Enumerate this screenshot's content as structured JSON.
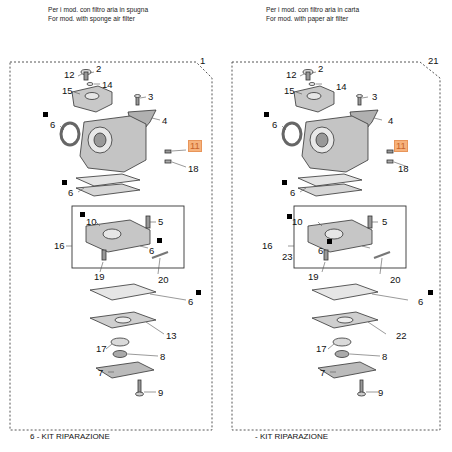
{
  "diagram": {
    "nodes": [
      {
        "text": [
          "Per i mod. con filtro aria in spugna",
          "For mod. with sponge air filter"
        ]
      },
      {
        "text": [
          "11"
        ],
        "in": 0
      },
      {
        "text": [
          "Per i mod. con filtro aria in carta",
          "For mod. with paper air filter"
        ]
      },
      {
        "text": [
          "11"
        ],
        "in": 2
      }
    ],
    "labels": [
      "1",
      "12",
      "2",
      "14",
      "15",
      "3",
      "4",
      "6",
      "18",
      "6",
      "10",
      "5",
      "16",
      "6",
      "19",
      "20",
      "6",
      "13",
      "17",
      "8",
      "7",
      "9",
      "21",
      "12",
      "2",
      "14",
      "15",
      "3",
      "4",
      "6",
      "18",
      "6",
      "10",
      "5",
      "16",
      "23",
      "6",
      "19",
      "20",
      "6",
      "22",
      "17",
      "8",
      "7",
      "9",
      "6 - KIT RIPARAZIONE",
      "- KIT RIPARAZIONE"
    ]
  }
}
